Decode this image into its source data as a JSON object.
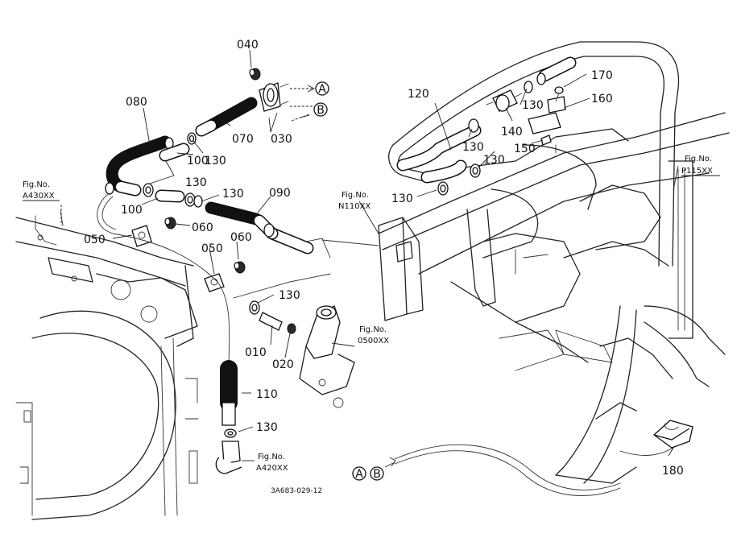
{
  "parts": {
    "p010": "010",
    "p020": "020",
    "p030": "030",
    "p040": "040",
    "p050a": "050",
    "p050b": "050",
    "p060a": "060",
    "p060b": "060",
    "p070": "070",
    "p080": "080",
    "p090": "090",
    "p100a": "100",
    "p100b": "100",
    "p110": "110",
    "p120": "120",
    "p130a": "130",
    "p130b": "130",
    "p130c": "130",
    "p130d": "130",
    "p130e": "130",
    "p130f": "130",
    "p130g": "130",
    "p130h": "130",
    "p130i": "130",
    "p140": "140",
    "p150": "150",
    "p160": "160",
    "p170": "170",
    "p180": "180"
  },
  "fig_refs": {
    "a430": {
      "label": "Fig.No.",
      "code": "A430XX"
    },
    "n110": {
      "label": "Fig.No.",
      "code": "N110XX"
    },
    "p115": {
      "label": "Fig.No.",
      "code": "P115XX"
    },
    "o500": {
      "label": "Fig.No.",
      "code": "0500XX"
    },
    "a420": {
      "label": "Fig.No.",
      "code": "A420XX"
    }
  },
  "connectors": {
    "a_top": "A",
    "b_top": "B",
    "a_bottom": "A",
    "b_bottom": "B"
  },
  "drawing_code": "3A683-029-12"
}
